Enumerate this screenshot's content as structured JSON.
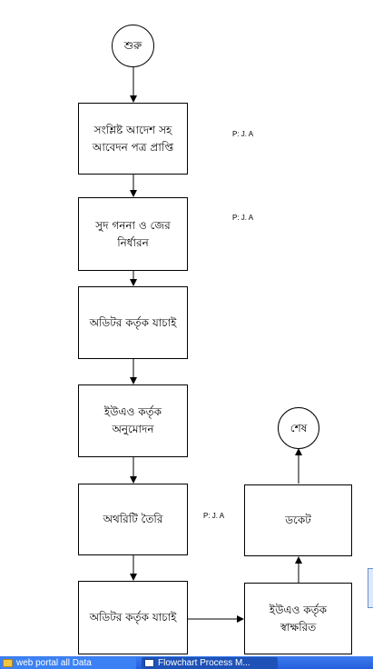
{
  "nodes": {
    "start": "শুরু",
    "receive_application": "সংশ্লিষ্ট আদেশ সহ আবেদন পত্র প্রাপ্তি",
    "interest_calculation": "সুদ গননা ও জের নির্ধারন",
    "auditor_verification_1": "অডিটর কর্তৃক যাচাই",
    "uao_approval": "ইউএও কর্তৃক অনুমোদন",
    "authority_creation": "অথরিটি তৈরি",
    "auditor_verification_2": "অডিটর কর্তৃক যাচাই",
    "uao_signed": "ইউএও কর্তৃক স্বাক্ষরিত",
    "docket": "ডকেট",
    "end": "শেষ"
  },
  "notes": {
    "note_1": "P: J. A",
    "note_2": "P: J. A",
    "note_3": "P: J. A"
  },
  "taskbar": {
    "task_1": "web portal all Data",
    "task_2": "Flowchart Process M..."
  }
}
